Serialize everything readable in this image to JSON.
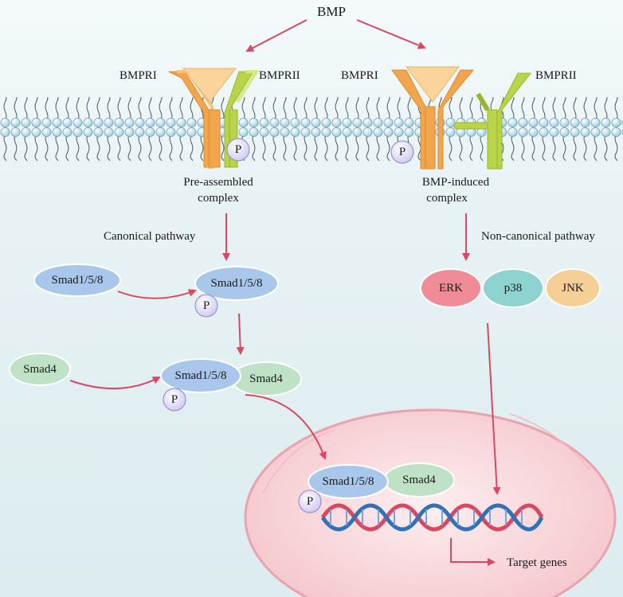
{
  "ligand": "BMP",
  "receptors": {
    "left": {
      "type1": "BMPRI",
      "type2": "BMPRII",
      "complex_line1": "Pre-assembled",
      "complex_line2": "complex"
    },
    "right": {
      "type1": "BMPRI",
      "type2": "BMPRII",
      "complex_line1": "BMP-induced",
      "complex_line2": "complex"
    }
  },
  "phospho_label": "P",
  "pathways": {
    "canonical": "Canonical pathway",
    "non_canonical": "Non-canonical pathway"
  },
  "smads": {
    "r_smad": "Smad1/5/8",
    "co_smad": "Smad4"
  },
  "mapk": [
    "ERK",
    "p38",
    "JNK"
  ],
  "nucleus": {
    "output": "Target genes"
  },
  "colors": {
    "arrow": "#d9485f",
    "r_smad": "#a9c7ea",
    "co_smad": "#bfe2c7",
    "phospho": "#d9d6f2",
    "erk": "#f08c98",
    "p38": "#8fd3d1",
    "jnk": "#f6cf96",
    "receptor_type1": "#f1a54d",
    "receptor_type2": "#b9d448",
    "ligand": "#fbd49b",
    "nucleus": "#f8d3d7"
  }
}
